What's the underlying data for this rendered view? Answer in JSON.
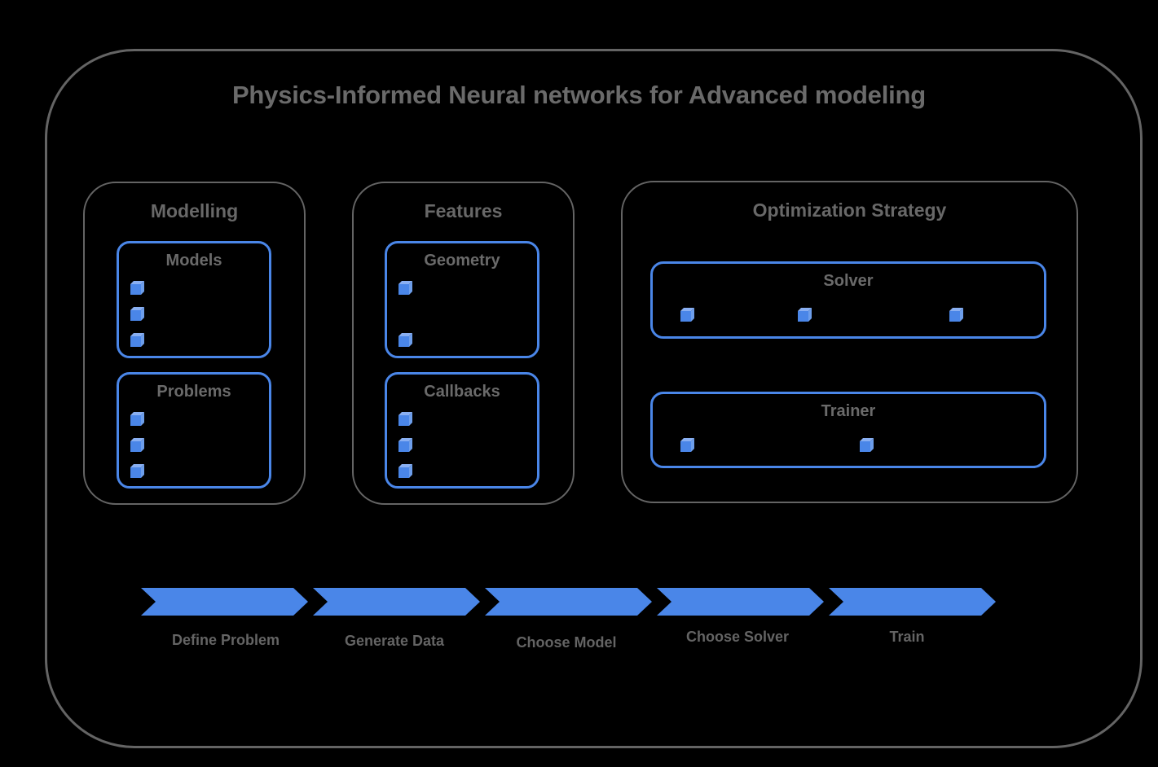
{
  "title": "Physics-Informed Neural networks for Advanced modeling",
  "colors": {
    "background": "#000000",
    "accent_blue": "#4a86e8",
    "cube_top_face": "#89aff2",
    "cube_side_face": "#6d9eeb",
    "border_gray": "#646464",
    "text_gray": "#6a6a6a"
  },
  "sections": [
    {
      "label": "Modelling",
      "boxes": [
        {
          "label": "Models",
          "cube_count": 3
        },
        {
          "label": "Problems",
          "cube_count": 3
        }
      ]
    },
    {
      "label": "Features",
      "boxes": [
        {
          "label": "Geometry",
          "cube_count": 2
        },
        {
          "label": "Callbacks",
          "cube_count": 3
        }
      ]
    },
    {
      "label": "Optimization Strategy",
      "boxes": [
        {
          "label": "Solver",
          "cube_count": 3
        },
        {
          "label": "Trainer",
          "cube_count": 2
        }
      ]
    }
  ],
  "pipeline": {
    "steps": [
      {
        "label": "Define Problem"
      },
      {
        "label": "Generate Data"
      },
      {
        "label": "Choose Model"
      },
      {
        "label": "Choose Solver"
      },
      {
        "label": "Train"
      }
    ]
  }
}
